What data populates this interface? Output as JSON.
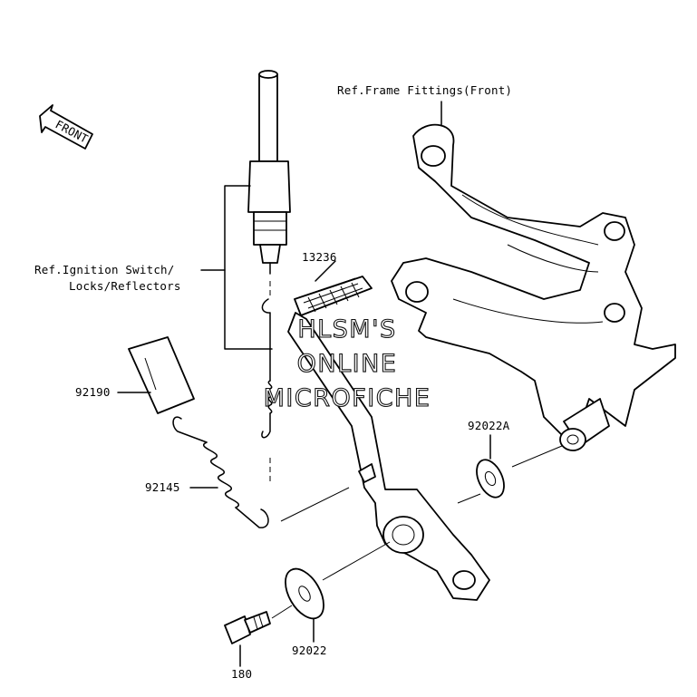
{
  "diagram": {
    "front_marker": "FRONT",
    "labels": {
      "frame_ref": "Ref.Frame Fittings(Front)",
      "ignition_ref_line1": "Ref.Ignition Switch/",
      "ignition_ref_line2": "Locks/Reflectors",
      "part_13236": "13236",
      "part_92190": "92190",
      "part_92145": "92145",
      "part_92022A": "92022A",
      "part_92022": "92022",
      "part_180": "180"
    },
    "watermark": {
      "line1": "HLSM'S",
      "line2": "ONLINE",
      "line3": "MICROFICHE"
    }
  }
}
